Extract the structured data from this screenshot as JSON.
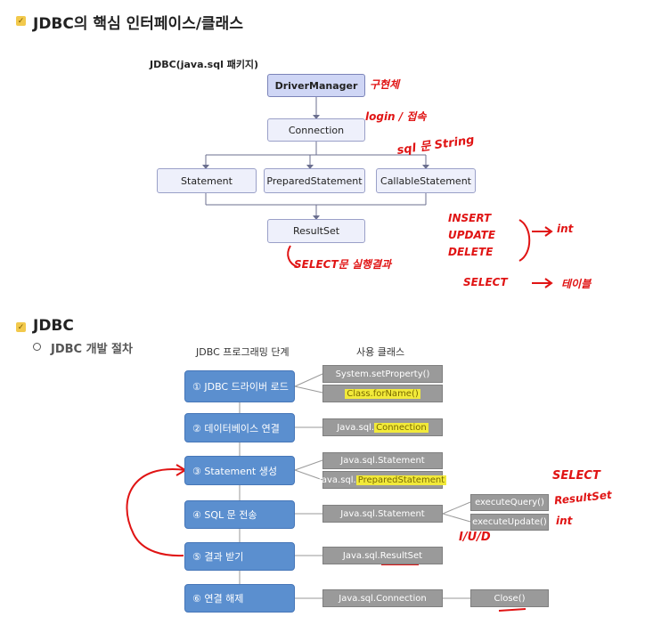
{
  "section1": {
    "title": "JDBC의 핵심 인터페이스/클래스",
    "diagram_caption": "JDBC(java.sql 패키지)",
    "nodes": {
      "driver_manager": "DriverManager",
      "connection": "Connection",
      "statement": "Statement",
      "prepared_statement": "PreparedStatement",
      "callable_statement": "CallableStatement",
      "result_set": "ResultSet"
    },
    "notes": {
      "impl": "구현체",
      "login": "login / 접속",
      "sql_string": "sql 문 String",
      "select_result": "SELECT문 실행결과",
      "insert_group": "INSERT\nUPDATE\nDELETE",
      "int_result": "int",
      "select": "SELECT",
      "table": "테이블"
    }
  },
  "section2": {
    "title": "JDBC",
    "subtitle": "JDBC 개발 절차",
    "col_steps": "JDBC 프로그래밍 단계",
    "col_classes": "사용 클래스",
    "steps": [
      "① JDBC 드라이버 로드",
      "② 데이터베이스 연결",
      "③ Statement 생성",
      "④ SQL 문 전송",
      "⑤ 결과 받기",
      "⑥ 연결 해제"
    ],
    "classes": {
      "system_set_property": "System.setProperty()",
      "class_for_name": "Class.forName()",
      "connection_prefix": "Java.sql.",
      "connection_hl": "Connection",
      "statement": "Java.sql.Statement",
      "prepared_prefix": "Java.sql.",
      "prepared_hl": "PreparedStatement",
      "send_statement": "Java.sql.Statement",
      "resultset": "Java.sql.ResultSet",
      "close_connection": "Java.sql.Connection"
    },
    "methods": {
      "execute_query": "executeQuery()",
      "execute_update": "executeUpdate()",
      "close": "Close()"
    },
    "notes": {
      "select": "SELECT",
      "result_set": "ResultSet",
      "int": "int",
      "iud": "I/U/D"
    }
  },
  "colors": {
    "step_blue": "#5b8fcf",
    "class_gray": "#9a9a9a",
    "highlight": "#f2ea3a",
    "annotation_red": "#e01414"
  }
}
